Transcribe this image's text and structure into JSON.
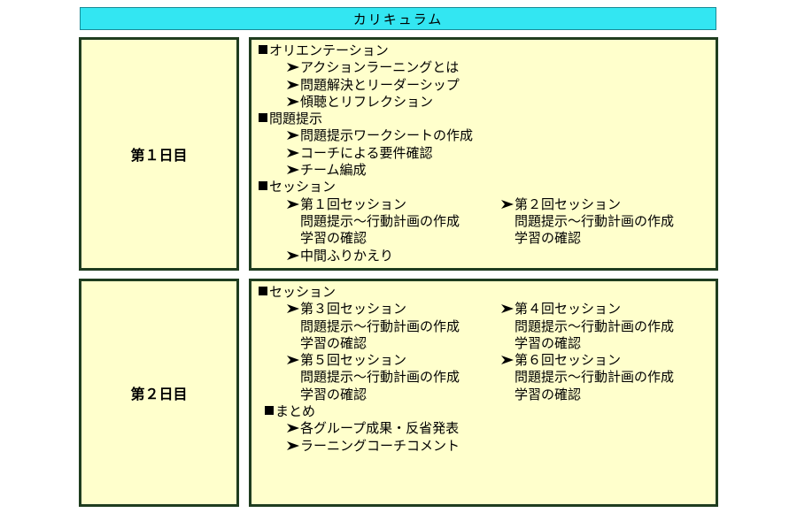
{
  "title": "カリキュラム",
  "day1": {
    "label": "第１日目",
    "orientation": {
      "heading": "オリエンテーション",
      "items": [
        "アクションラーニングとは",
        "問題解決とリーダーシップ",
        "傾聴とリフレクション"
      ]
    },
    "problem": {
      "heading": "問題提示",
      "items": [
        "問題提示ワークシートの作成",
        "コーチによる要件確認",
        "チーム編成"
      ]
    },
    "session": {
      "heading": "セッション",
      "s1": {
        "title": "第１回セッション",
        "line1": "問題提示～行動計画の作成",
        "line2": "学習の確認"
      },
      "s2": {
        "title": "第２回セッション",
        "line1": "問題提示～行動計画の作成",
        "line2": "学習の確認"
      },
      "review": "中間ふりかえり"
    }
  },
  "day2": {
    "label": "第２日目",
    "session": {
      "heading": "セッション",
      "s3": {
        "title": "第３回セッション",
        "line1": "問題提示～行動計画の作成",
        "line2": "学習の確認"
      },
      "s4": {
        "title": "第４回セッション",
        "line1": "問題提示～行動計画の作成",
        "line2": "学習の確認"
      },
      "s5": {
        "title": "第５回セッション",
        "line1": "問題提示～行動計画の作成",
        "line2": "学習の確認"
      },
      "s6": {
        "title": "第６回セッション",
        "line1": "問題提示～行動計画の作成",
        "line2": "学習の確認"
      }
    },
    "summary": {
      "heading": "まとめ",
      "items": [
        "各グループ成果・反省発表",
        "ラーニングコーチコメント"
      ]
    }
  }
}
